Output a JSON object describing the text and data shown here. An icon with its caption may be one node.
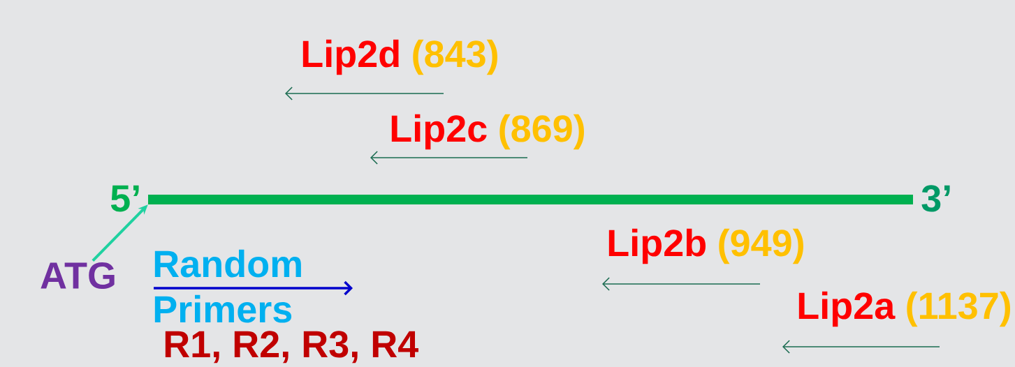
{
  "diagram": {
    "nodes": [
      {
        "text": [
          "ATG"
        ]
      },
      {
        "text": [],
        "shape": "bar"
      }
    ],
    "edges": [
      {
        "from": 0,
        "to": 1,
        "arrow": "to",
        "color": "#1fd1a0"
      }
    ],
    "labels": [
      "Lip2d",
      "(843)",
      "Lip2c",
      "(869)",
      "5’",
      "3’",
      "Lip2b",
      "(949)",
      "Random",
      "Primers",
      "Lip2a",
      "(1137)",
      "R1, R2, R3, R4"
    ]
  }
}
